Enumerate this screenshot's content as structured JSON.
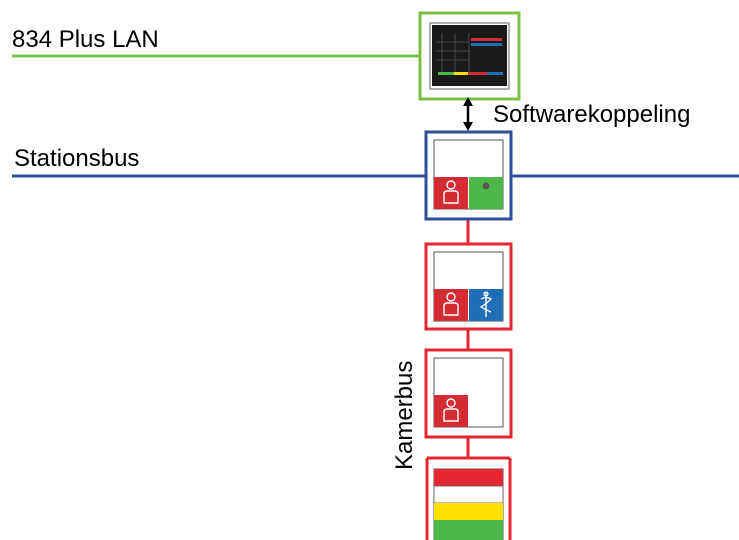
{
  "labels": {
    "lan": "834 Plus LAN",
    "station_bus": "Stationsbus",
    "software_coupling": "Softwarekoppeling",
    "room_bus": "Kamerbus"
  },
  "colors": {
    "lan_line": "#7ac143",
    "station_bus_line": "#2f4f9a",
    "room_bus_line": "#e3262f",
    "call_red": "#d52b35",
    "presence_green": "#4cb849",
    "doctor_blue": "#1f6fb6",
    "light_yellow": "#ffe000",
    "screen_dark": "#1a1a1a"
  },
  "icons": {
    "monitor": "monitor-screen-icon",
    "nurse_call": "person-icon",
    "presence": "presence-led-icon",
    "doctor": "caduceus-icon",
    "corridor_light": "corridor-light-icon"
  }
}
